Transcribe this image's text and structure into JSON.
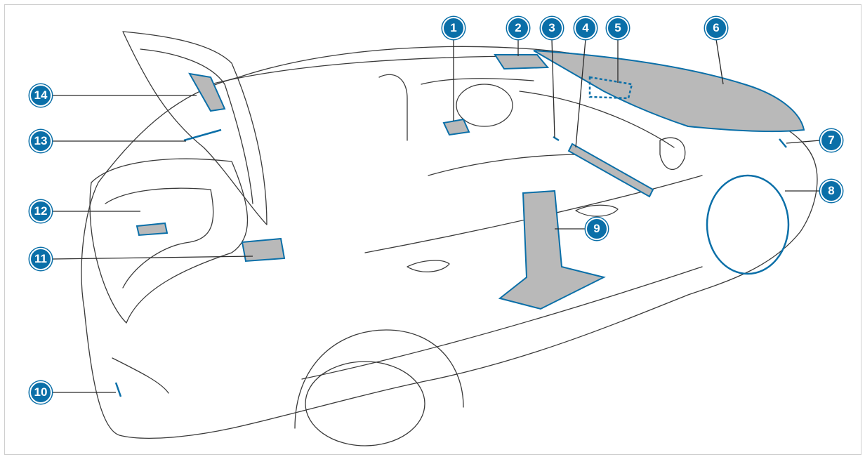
{
  "diagram": {
    "accent_color": "#0a6fa8",
    "highlight_color": "#b9b9b9",
    "line_color": "#2f2f2f",
    "callouts": [
      {
        "label": "1"
      },
      {
        "label": "2"
      },
      {
        "label": "3"
      },
      {
        "label": "4"
      },
      {
        "label": "5"
      },
      {
        "label": "6"
      },
      {
        "label": "7"
      },
      {
        "label": "8"
      },
      {
        "label": "9"
      },
      {
        "label": "10"
      },
      {
        "label": "11"
      },
      {
        "label": "12"
      },
      {
        "label": "13"
      },
      {
        "label": "14"
      }
    ]
  }
}
